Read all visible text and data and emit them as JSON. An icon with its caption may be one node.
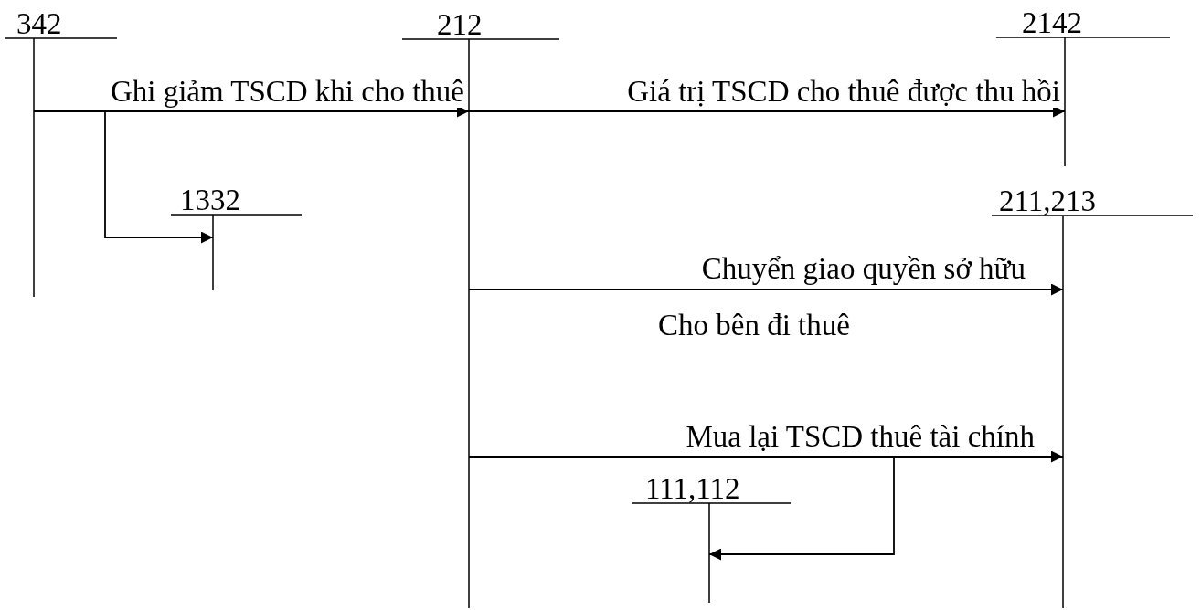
{
  "diagram": {
    "nodes": [
      {
        "text": [
          "342"
        ]
      },
      {
        "text": [
          "212"
        ]
      },
      {
        "text": [
          "2142"
        ]
      },
      {
        "text": [
          "1332"
        ]
      },
      {
        "text": [
          "211,213"
        ]
      },
      {
        "text": [
          "111,112"
        ]
      }
    ],
    "edges": [
      {
        "from": 0,
        "to": 1,
        "arrow": "to",
        "label": "Ghi giảm TSCD khi cho thuê"
      },
      {
        "from": 0,
        "to": 3,
        "arrow": "to"
      },
      {
        "from": 1,
        "to": 2,
        "arrow": "to",
        "label": "Giá trị TSCD cho thuê được thu hồi"
      },
      {
        "from": 1,
        "to": 4,
        "arrow": "to",
        "label": "Chuyển giao quyền sở hữu"
      },
      {
        "from": 1,
        "to": 4,
        "arrow": "to",
        "label": "Mua lại TSCD thuê tài chính"
      },
      {
        "from": 1,
        "to": 5,
        "arrow": "to"
      }
    ],
    "labels": [
      "Cho bên đi thuê"
    ]
  }
}
